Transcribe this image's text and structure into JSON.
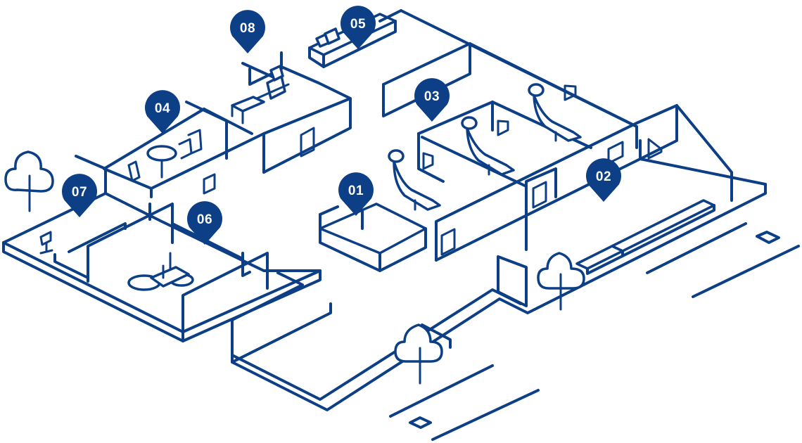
{
  "colors": {
    "line": "#0d3f86",
    "marker": "#0d3f86",
    "marker_text": "#ffffff",
    "background": "#ffffff"
  },
  "markers": [
    {
      "id": "01",
      "label": "01"
    },
    {
      "id": "02",
      "label": "02"
    },
    {
      "id": "03",
      "label": "03"
    },
    {
      "id": "04",
      "label": "04"
    },
    {
      "id": "05",
      "label": "05"
    },
    {
      "id": "06",
      "label": "06"
    },
    {
      "id": "07",
      "label": "07"
    },
    {
      "id": "08",
      "label": "08"
    }
  ],
  "icons": [
    "tree-icon",
    "dental-chair-icon",
    "sofa-icon",
    "table-icon",
    "desk-icon",
    "reception-desk-icon",
    "bed-icon",
    "door-icon"
  ]
}
